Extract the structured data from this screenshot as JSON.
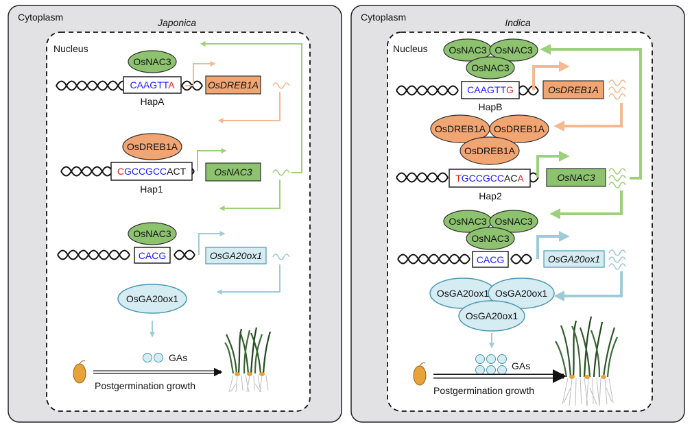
{
  "left": {
    "region_label": "Cytoplasm",
    "variety": "Japonica",
    "nucleus_label": "Nucleus",
    "blocks": [
      {
        "proteins": [
          "OsNAC3"
        ],
        "seq_parts": [
          {
            "t": "CAAGTT",
            "c": "#1a1aff"
          },
          {
            "t": "A",
            "c": "#e0201a"
          }
        ],
        "hap": "HapA",
        "gene": "OsDREB1A"
      },
      {
        "proteins": [
          "OsDREB1A"
        ],
        "seq_parts": [
          {
            "t": "C",
            "c": "#e0201a"
          },
          {
            "t": "GCCGCC",
            "c": "#1a1aff"
          },
          {
            "t": "ACT",
            "c": "#111111"
          }
        ],
        "hap": "Hap1",
        "gene": "OsNAC3"
      },
      {
        "proteins": [
          "OsNAC3"
        ],
        "seq_parts": [
          {
            "t": "CACG",
            "c": "#1a1aff"
          }
        ],
        "hap": "",
        "gene": "OsGA20ox1"
      }
    ],
    "product": [
      "OsGA20ox1"
    ],
    "gas_label": "GAs",
    "growth_label": "Postgermination growth"
  },
  "right": {
    "region_label": "Cytoplasm",
    "variety": "Indica",
    "nucleus_label": "Nucleus",
    "blocks": [
      {
        "proteins": [
          "OsNAC3",
          "OsNAC3",
          "OsNAC3"
        ],
        "seq_parts": [
          {
            "t": "CAAGTT",
            "c": "#1a1aff"
          },
          {
            "t": "G",
            "c": "#e0201a"
          }
        ],
        "hap": "HapB",
        "gene": "OsDREB1A"
      },
      {
        "proteins": [
          "OsDREB1A",
          "OsDREB1A",
          "OsDREB1A"
        ],
        "seq_parts": [
          {
            "t": "T",
            "c": "#e0201a"
          },
          {
            "t": "GCCGCC",
            "c": "#1a1aff"
          },
          {
            "t": "AC",
            "c": "#111111"
          },
          {
            "t": "A",
            "c": "#e0201a"
          }
        ],
        "hap": "Hap2",
        "gene": "OsNAC3"
      },
      {
        "proteins": [
          "OsNAC3",
          "OsNAC3",
          "OsNAC3"
        ],
        "seq_parts": [
          {
            "t": "CACG",
            "c": "#1a1aff"
          }
        ],
        "hap": "",
        "gene": "OsGA20ox1"
      }
    ],
    "product": [
      "OsGA20ox1",
      "OsGA20ox1",
      "OsGA20ox1"
    ],
    "gas_label": "GAs",
    "growth_label": "Postgermination growth"
  },
  "colors": {
    "green_fill": "#8dc26f",
    "orange_fill": "#f0a572",
    "blue_fill": "#d6ecf3",
    "blue_stroke": "#4a98b0",
    "green_arrow": "#9dd07a",
    "orange_arrow": "#f5b890",
    "blue_arrow": "#9fcbd8",
    "seed": "#e8a23a"
  }
}
